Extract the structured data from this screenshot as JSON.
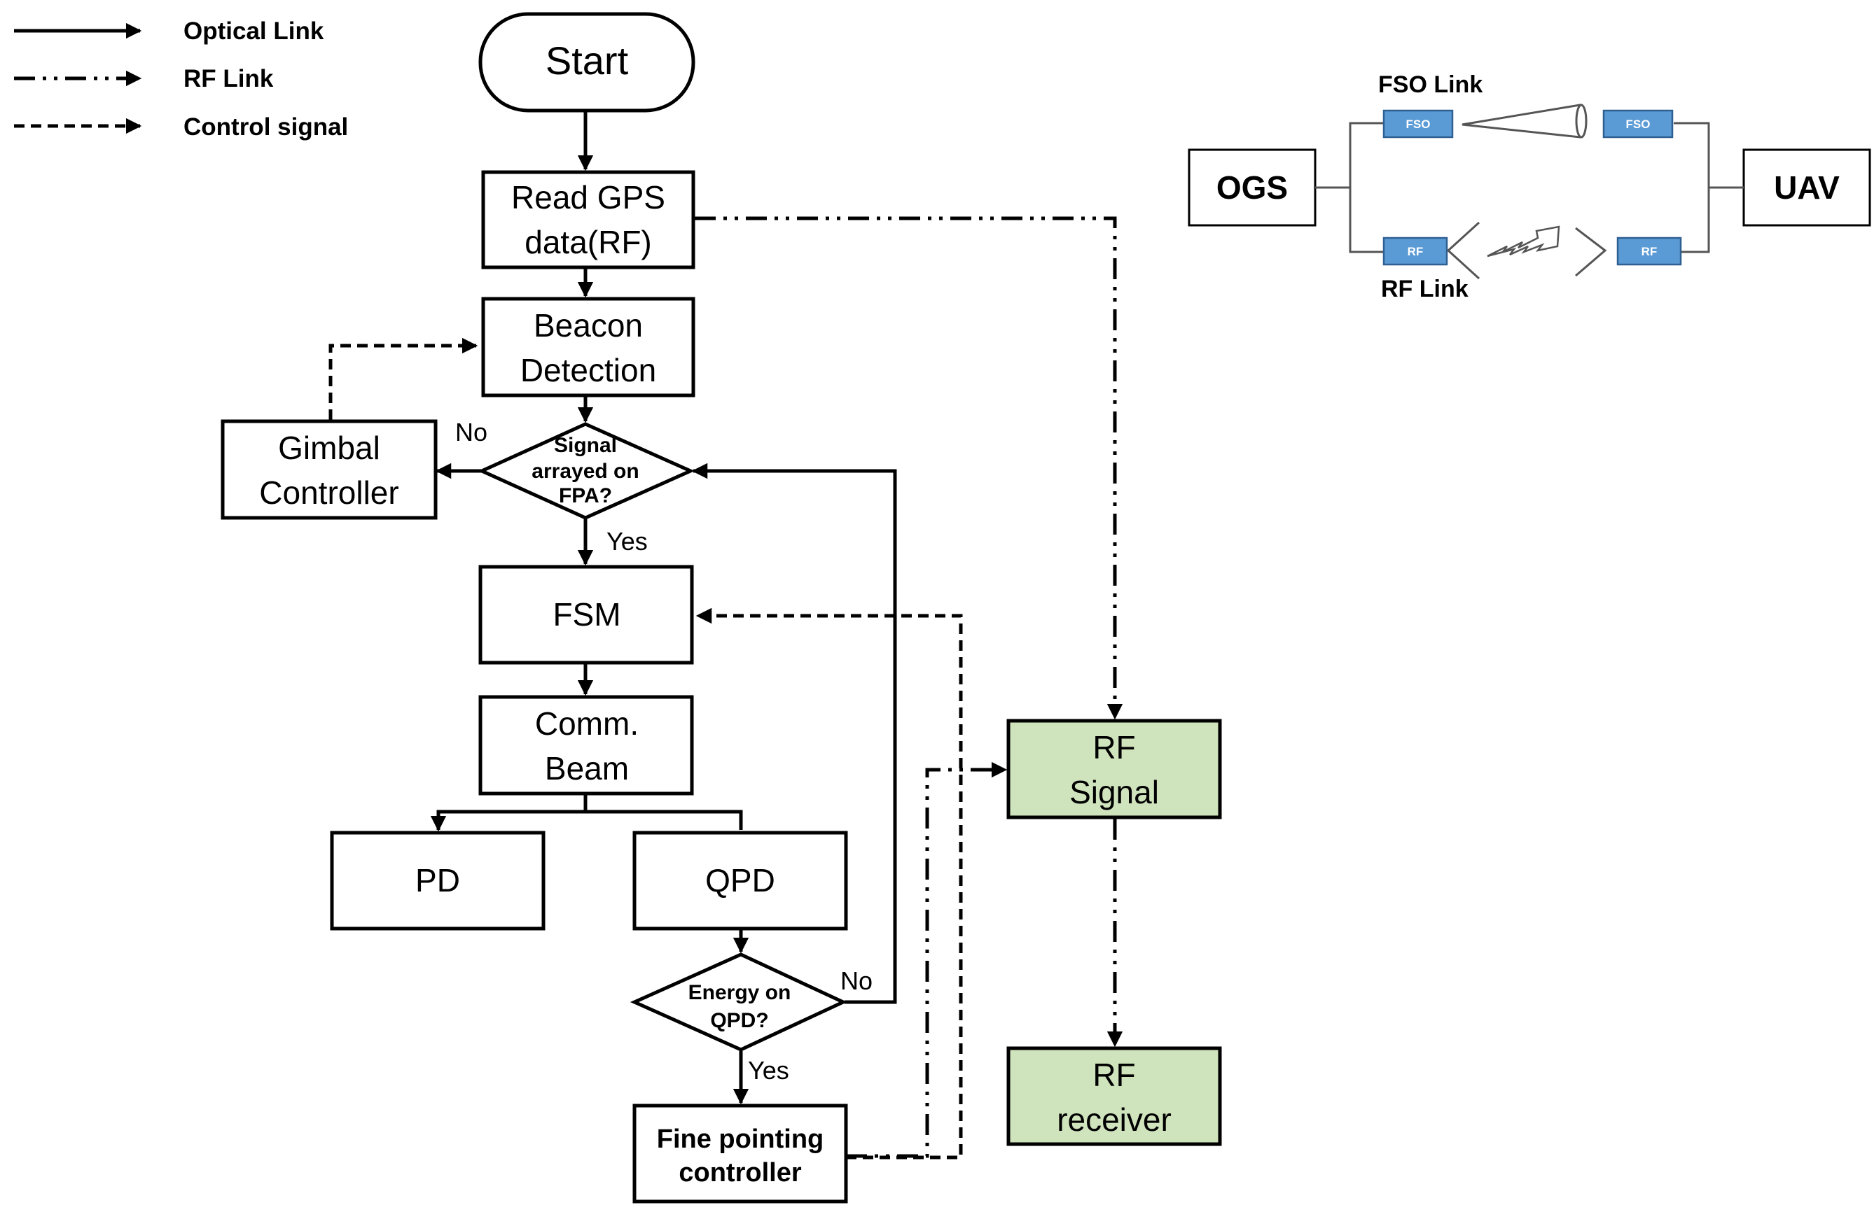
{
  "legend": {
    "optical": "Optical Link",
    "rf": "RF Link",
    "control": "Control signal"
  },
  "flow": {
    "start": "Start",
    "read_gps": [
      "Read GPS",
      "data(RF)"
    ],
    "beacon": [
      "Beacon",
      "Detection"
    ],
    "decision_signal": [
      "Signal",
      "arrayed on",
      "FPA?"
    ],
    "gimbal": [
      "Gimbal",
      "Controller"
    ],
    "fsm": "FSM",
    "comm_beam": [
      "Comm.",
      "Beam"
    ],
    "pd": "PD",
    "qpd": "QPD",
    "decision_energy": [
      "Energy on",
      "QPD?"
    ],
    "fine_pointing": [
      "Fine pointing",
      "controller"
    ],
    "rf_signal": [
      "RF",
      "Signal"
    ],
    "rf_receiver": [
      "RF",
      "receiver"
    ],
    "no": "No",
    "yes": "Yes"
  },
  "inset": {
    "ogs": "OGS",
    "uav": "UAV",
    "fso_link": "FSO Link",
    "rf_link": "RF Link",
    "fso_tag": "FSO",
    "rf_tag": "RF"
  },
  "colors": {
    "green_box": "#cfe3bd",
    "blue_tag": "#5b9bd5"
  }
}
